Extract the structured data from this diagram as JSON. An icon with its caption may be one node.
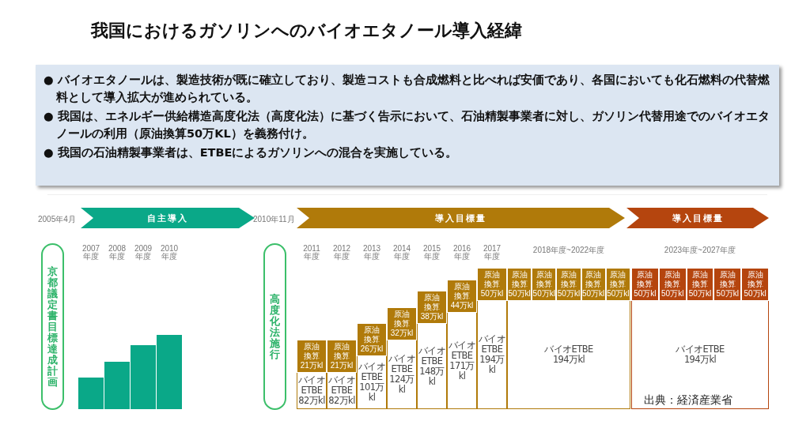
{
  "diagram": {
    "title": "我国におけるガソリンへのバイオエタノール導入経緯",
    "nodes": [
      {
        "text": [
          "● バイオエタノールは、製造技術が既に確立しており、製造コストも合成燃料と比べれば安価であり、各国においても化石燃料の代替燃料として導入拡大が進められている。",
          "● 我国は、エネルギー供給構造高度化法（高度化法）に基づく告示において、石油精製事業者に対し、ガソリン代替用途でのバイオエタノールの利用（原油換算50万KL）を義務付け。",
          "● 我国の石油精製事業者は、ETBEによるガソリンへの混合を実施している。"
        ]
      },
      {
        "text": [
          "自主導入"
        ]
      },
      {
        "text": [
          "導入目標量"
        ]
      },
      {
        "text": [
          "導入目標量"
        ]
      },
      {
        "text": [
          "京都議定書目標達成計画"
        ]
      },
      {
        "text": [
          "高度化法施行"
        ]
      },
      {
        "text": [],
        "shape": "bar"
      },
      {
        "text": [],
        "shape": "bar"
      },
      {
        "text": [],
        "shape": "bar"
      },
      {
        "text": [],
        "shape": "bar"
      },
      {
        "text": [
          "原油換算",
          "21万kl"
        ]
      },
      {
        "text": [
          "バイオETBE",
          "82万kl"
        ]
      },
      {
        "text": [
          "原油換算",
          "21万kl"
        ]
      },
      {
        "text": [
          "バイオETBE",
          "82万kl"
        ]
      },
      {
        "text": [
          "原油換算",
          "26万kl"
        ]
      },
      {
        "text": [
          "バイオETBE",
          "101万kl"
        ]
      },
      {
        "text": [
          "原油換算",
          "32万kl"
        ]
      },
      {
        "text": [
          "バイオETBE",
          "124万kl"
        ]
      },
      {
        "text": [
          "原油換算",
          "38万kl"
        ]
      },
      {
        "text": [
          "バイオETBE",
          "148万kl"
        ]
      },
      {
        "text": [
          "原油換算",
          "44万kl"
        ]
      },
      {
        "text": [
          "バイオETBE",
          "171万kl"
        ]
      },
      {
        "text": [
          "原油換算",
          "50万kl"
        ]
      },
      {
        "text": [
          "バイオETBE",
          "194万kl"
        ]
      },
      {
        "text": [
          "原油換算",
          "50万kl"
        ]
      },
      {
        "text": [
          "原油換算",
          "50万kl"
        ]
      },
      {
        "text": [
          "原油換算",
          "50万kl"
        ]
      },
      {
        "text": [
          "原油換算",
          "50万kl"
        ]
      },
      {
        "text": [
          "原油換算",
          "50万kl"
        ]
      },
      {
        "text": [
          "バイオETBE",
          "194万kl"
        ]
      },
      {
        "text": [
          "原油換算",
          "50万kl"
        ]
      },
      {
        "text": [
          "原油換算",
          "50万kl"
        ]
      },
      {
        "text": [
          "原油換算",
          "50万kl"
        ]
      },
      {
        "text": [
          "原油換算",
          "50万kl"
        ]
      },
      {
        "text": [
          "原油換算",
          "50万kl"
        ]
      },
      {
        "text": [
          "バイオETBE",
          "194万kl"
        ]
      }
    ],
    "labels": [
      "2005年4月",
      "2010年11月",
      "2007年度",
      "2008年度",
      "2009年度",
      "2010年度",
      "2011年度",
      "2012年度",
      "2013年度",
      "2014年度",
      "2015年度",
      "2016年度",
      "2017年度",
      "2018年度~2022年度",
      "2023年度~2027年度",
      "出典：経済産業省"
    ]
  }
}
